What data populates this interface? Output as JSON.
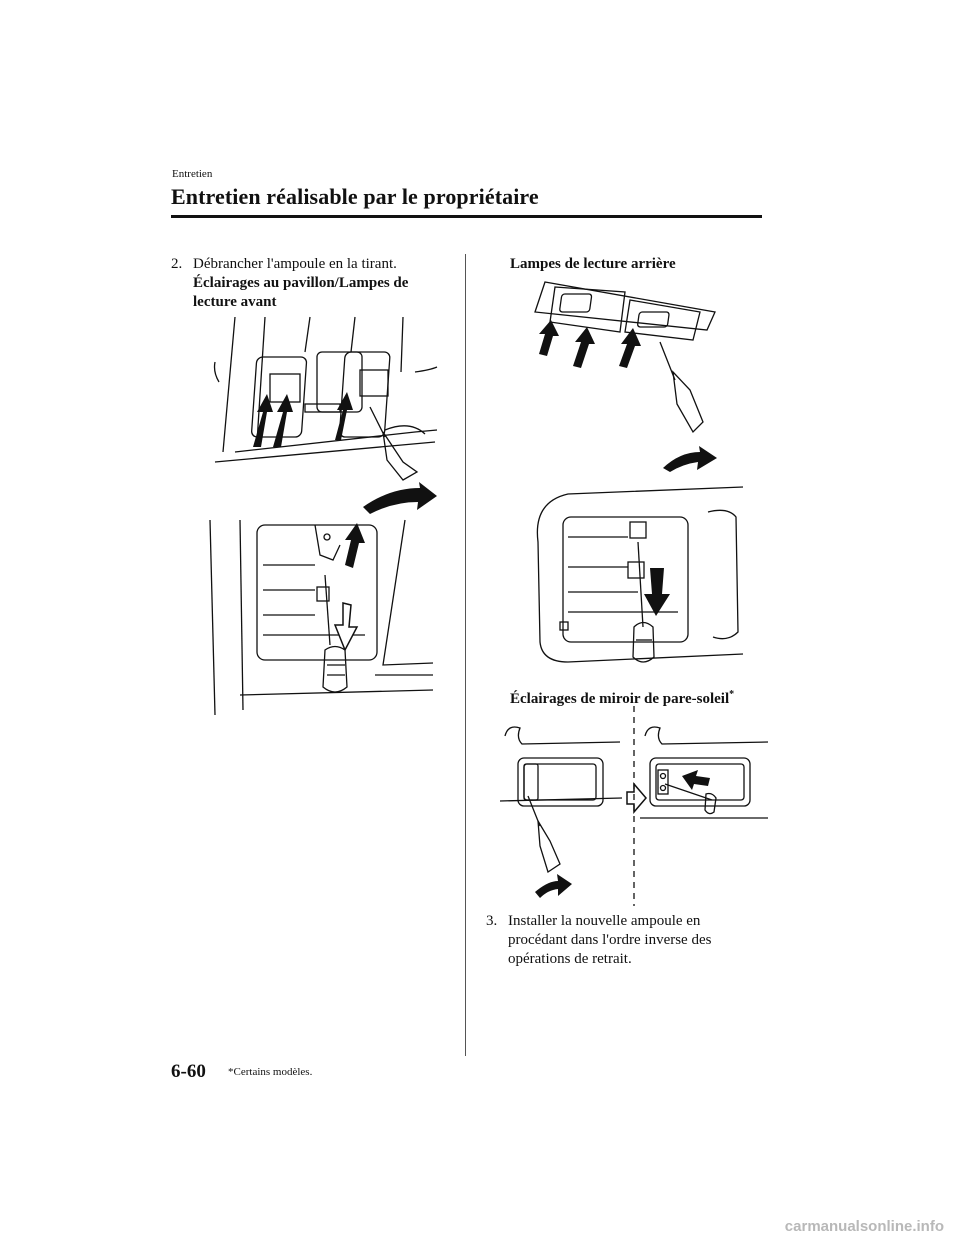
{
  "header": {
    "section": "Entretien",
    "title": "Entretien réalisable par le propriétaire"
  },
  "left": {
    "step2_num": "2.",
    "step2_text": "Débrancher l'ampoule en la tirant.",
    "sub1_line1": "Éclairages au pavillon/Lampes de",
    "sub1_line2": "lecture avant"
  },
  "right": {
    "sub2": "Lampes de lecture arrière",
    "sub3": "Éclairages de miroir de pare-soleil",
    "sub3_mark": "*",
    "step3_num": "3.",
    "step3_line1": "Installer la nouvelle ampoule en",
    "step3_line2": "procédant dans l'ordre inverse des",
    "step3_line3": "opérations de retrait."
  },
  "footer": {
    "page_number": "6-60",
    "footnote": "*Certains modèles."
  },
  "watermark": "carmanualsonline.info"
}
